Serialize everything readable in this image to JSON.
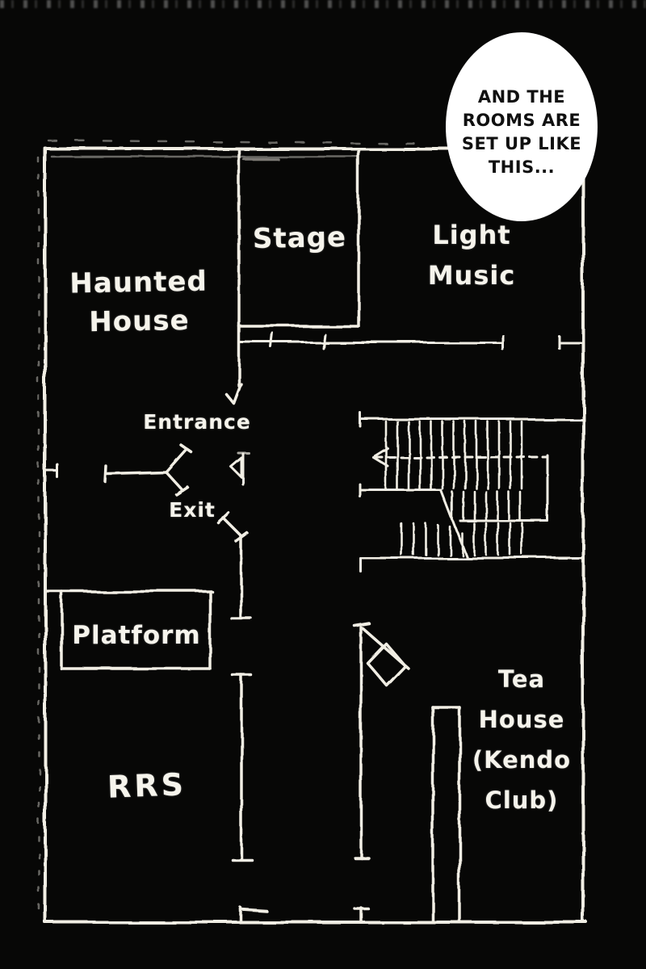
{
  "page": {
    "background_color": "#070706",
    "ink_color": "#f1eee4",
    "description": "Hand-drawn school festival floor plan on black background"
  },
  "speech_bubble": {
    "fill_color": "#ffffff",
    "text_color": "#101010",
    "lines": [
      "AND THE",
      "ROOMS ARE",
      "SET UP LIKE",
      "THIS..."
    ]
  },
  "labels": {
    "haunted_house": {
      "line1": "Haunted",
      "line2": "House"
    },
    "stage": "Stage",
    "light_music": {
      "line1": "Light",
      "line2": "Music"
    },
    "entrance": "Entrance",
    "exit": "Exit",
    "platform": "Platform",
    "rrs": "RRS",
    "tea_house": {
      "line1": "Tea",
      "line2": "House",
      "line3": "(Kendo",
      "line4": "Club)"
    }
  },
  "symbols": {
    "staircase_icon": "hatched double-flight stairs with direction arrow",
    "direction_arrow_icon": "left-pointing hand-drawn arrow",
    "door_swing_icon": "check-mark door swing stroke",
    "flag_marker_icon": "pole with tilted square flag (door leaf)",
    "wall_tick_icon": "short T-shaped opening tick"
  }
}
